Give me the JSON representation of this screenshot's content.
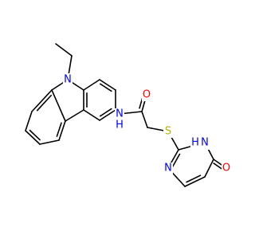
{
  "colors": {
    "background": "#ffffff",
    "carbon_bond": "#000000",
    "nitrogen": "#0000ff",
    "oxygen": "#ff0000",
    "sulfur": "#b2b200"
  },
  "atom_labels": {
    "n_carbazole": "N",
    "n_amide": "N",
    "h_amide": "H",
    "o_amide": "O",
    "s_thioether": "S",
    "n_pyrimidine_upper": "N",
    "h_pyrimidine": "H",
    "n_pyrimidine_lower": "N",
    "o_pyrimidinone": "O"
  }
}
